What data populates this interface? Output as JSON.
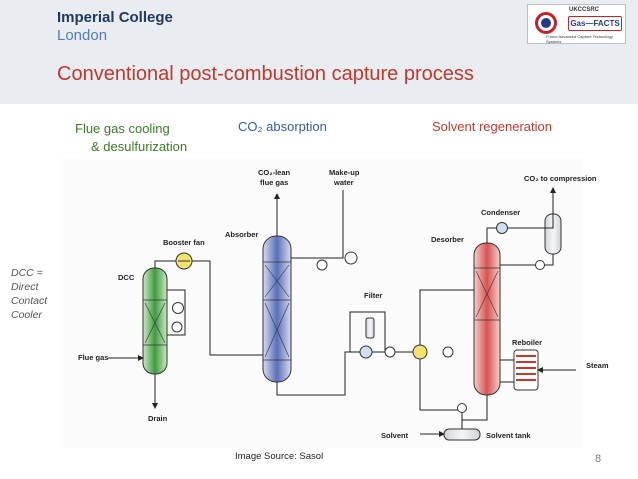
{
  "logo": {
    "line1": "Imperial College",
    "line2": "London"
  },
  "badge": {
    "top": "UKCCSRC",
    "name": "Gas—FACTS",
    "bottom": "Future Advanced Capture Technology Systems"
  },
  "title": "Conventional post-combustion capture process",
  "stages": {
    "flue_gas_line1": "Flue gas cooling",
    "flue_gas_line2": "& desulfurization",
    "absorption": "CO₂ absorption",
    "regeneration": "Solvent regeneration"
  },
  "dcc_note": [
    "DCC =",
    "Direct",
    "Contact",
    "Cooler"
  ],
  "diagram_labels": {
    "dcc": "DCC",
    "booster_fan": "Booster fan",
    "absorber": "Absorber",
    "co2_lean": "CO₂-lean",
    "flue_gas_out": "flue gas",
    "makeup": "Make-up",
    "water": "water",
    "filter": "Filter",
    "flue_gas_in": "Flue gas",
    "drain": "Drain",
    "desorber": "Desorber",
    "condenser": "Condenser",
    "co2_compression": "CO₂ to compression",
    "reboiler": "Reboiler",
    "steam": "Steam",
    "solvent": "Solvent",
    "solvent_tank": "Solvent tank"
  },
  "source": "Image Source: Sasol",
  "page_number": "8",
  "colors": {
    "title": "#c0392b",
    "stage1": "#3a7d22",
    "stage2": "#2b5fa6",
    "stage3": "#c0392b",
    "dcc": "#3f9b3f",
    "absorber": "#5b6fb8",
    "desorber": "#d9534f"
  }
}
